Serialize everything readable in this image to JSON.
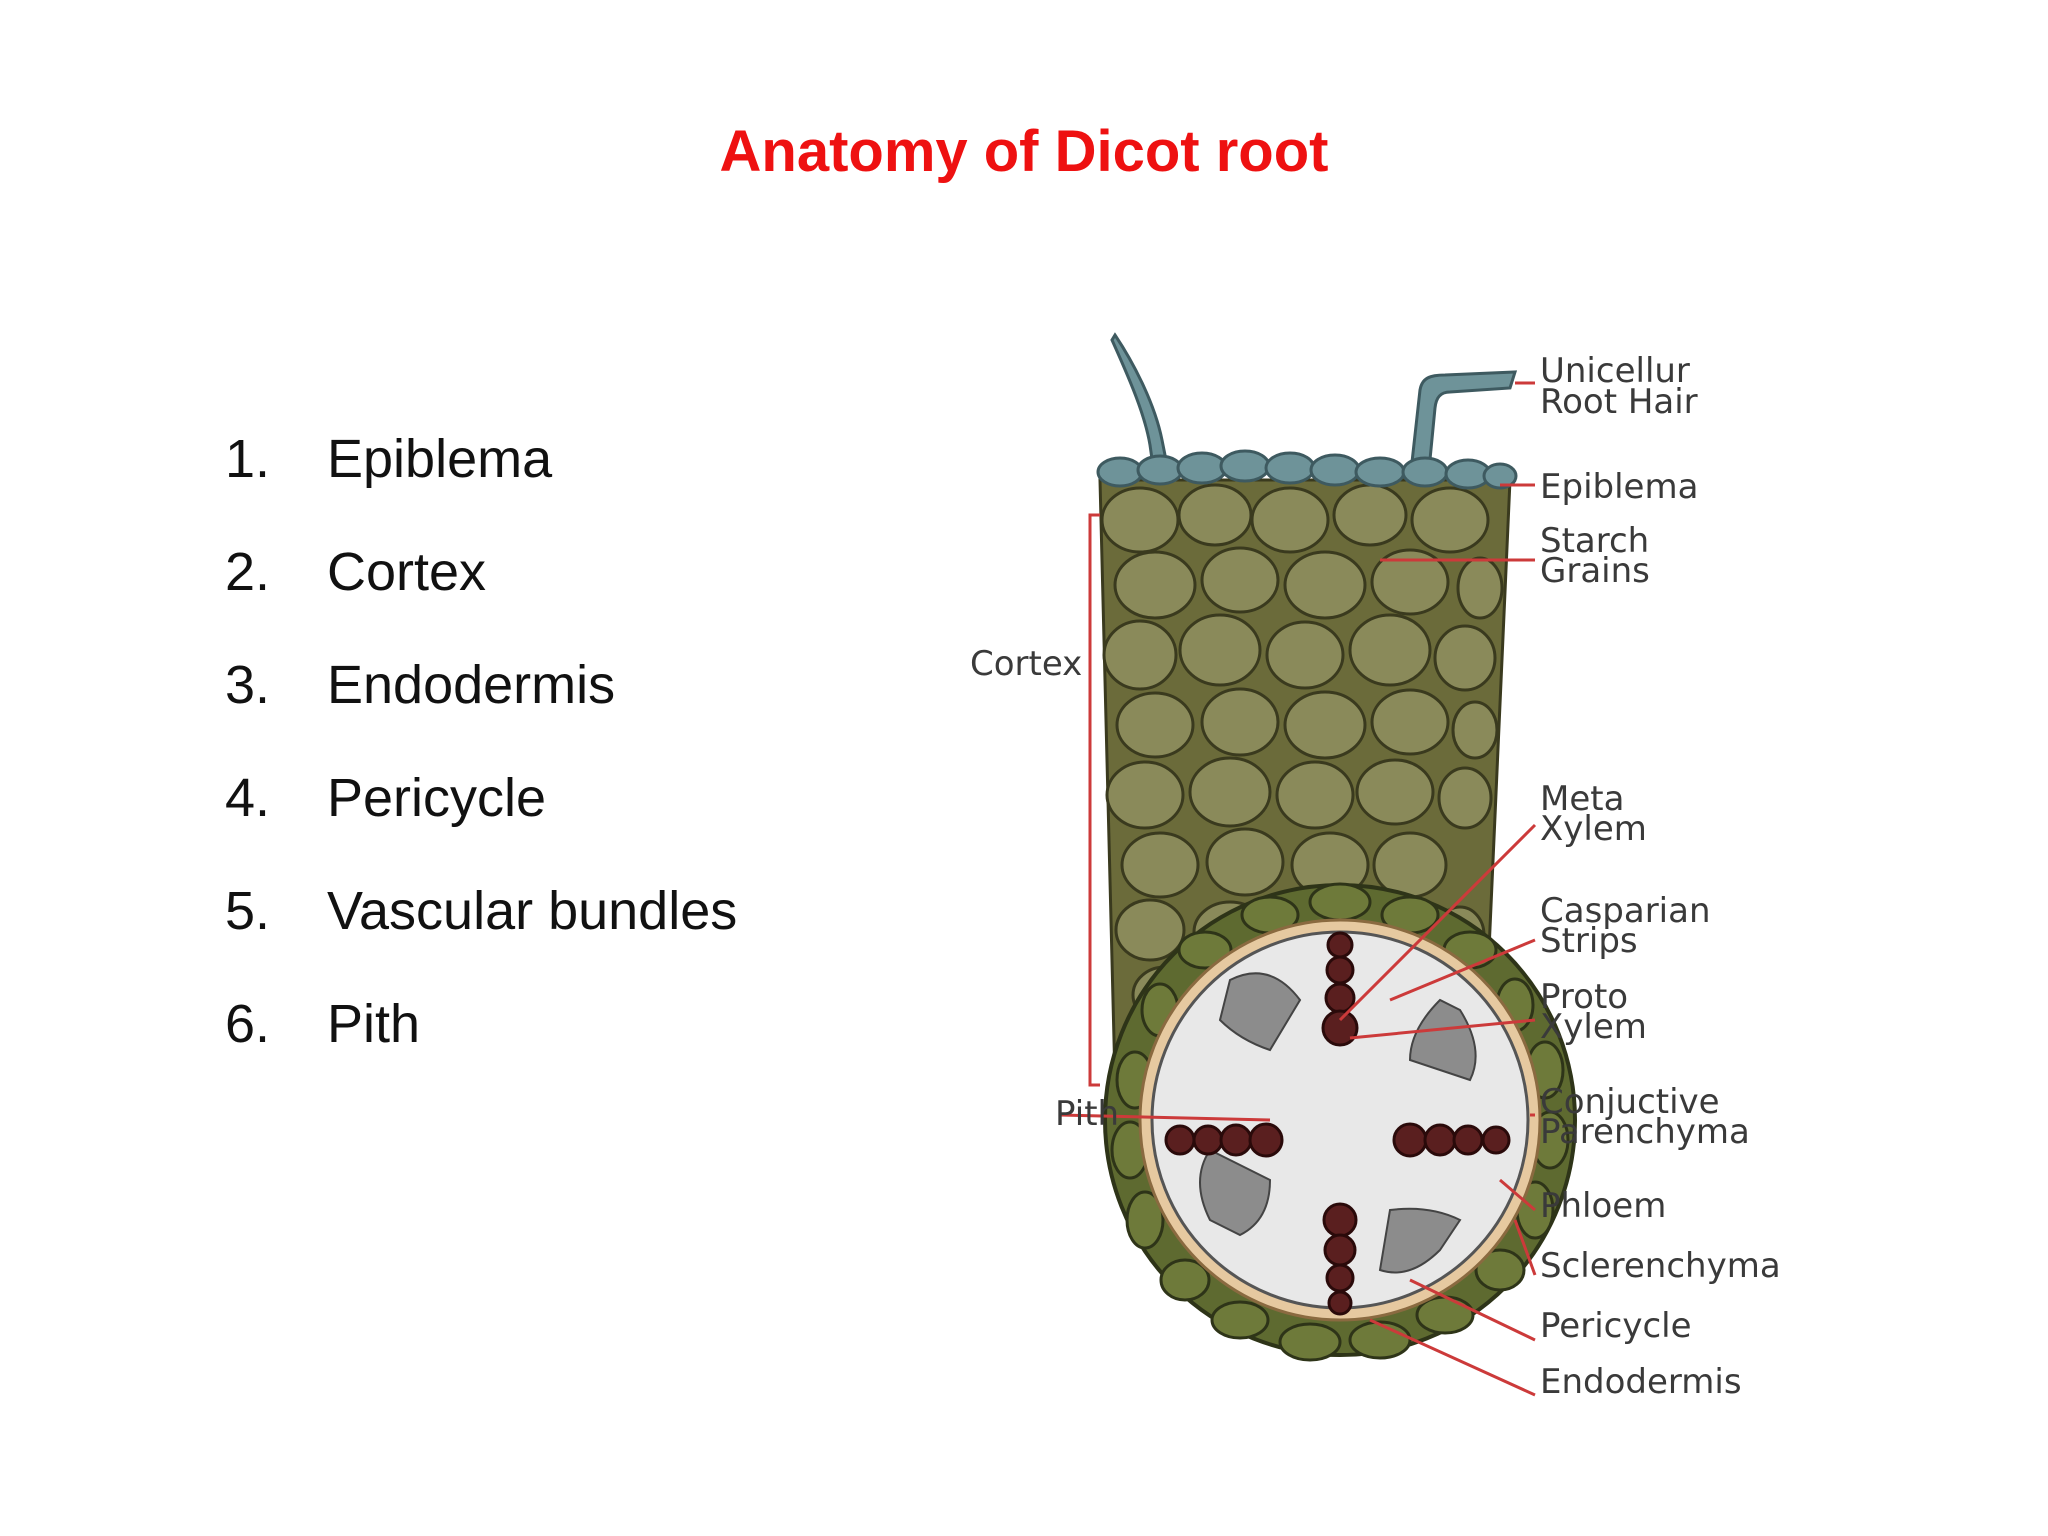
{
  "title": "Anatomy of Dicot root",
  "list": [
    {
      "num": "1.",
      "label": "Epiblema"
    },
    {
      "num": "2.",
      "label": "Cortex"
    },
    {
      "num": "3.",
      "label": "Endodermis"
    },
    {
      "num": "4.",
      "label": "Pericycle"
    },
    {
      "num": "5.",
      "label": "Vascular bundles"
    },
    {
      "num": "6.",
      "label": "Pith"
    }
  ],
  "diagram": {
    "labels": {
      "root_hair_1": "Unicellur",
      "root_hair_2": "Root Hair",
      "epiblema": "Epiblema",
      "starch_1": "Starch",
      "starch_2": "Grains",
      "cortex": "Cortex",
      "meta_1": "Meta",
      "meta_2": "Xylem",
      "casparian_1": "Casparian",
      "casparian_2": "Strips",
      "proto_1": "Proto",
      "proto_2": "Xylem",
      "pith": "Pith",
      "conj_1": "Conjuctive",
      "conj_2": "Parenchyma",
      "phloem": "Phloem",
      "sclerenchyma": "Sclerenchyma",
      "pericycle": "Pericycle",
      "endodermis": "Endodermis"
    },
    "colors": {
      "cortex": "#6b6b3a",
      "cortex_cell": "#8a8a5a",
      "epiblema": "#6e9399",
      "endodermis": "#5e6a30",
      "pericycle": "#e6c9a0",
      "xylem": "#5a1f1f",
      "phloem": "#7a7a7a",
      "leader": "#cc3a3a"
    }
  }
}
